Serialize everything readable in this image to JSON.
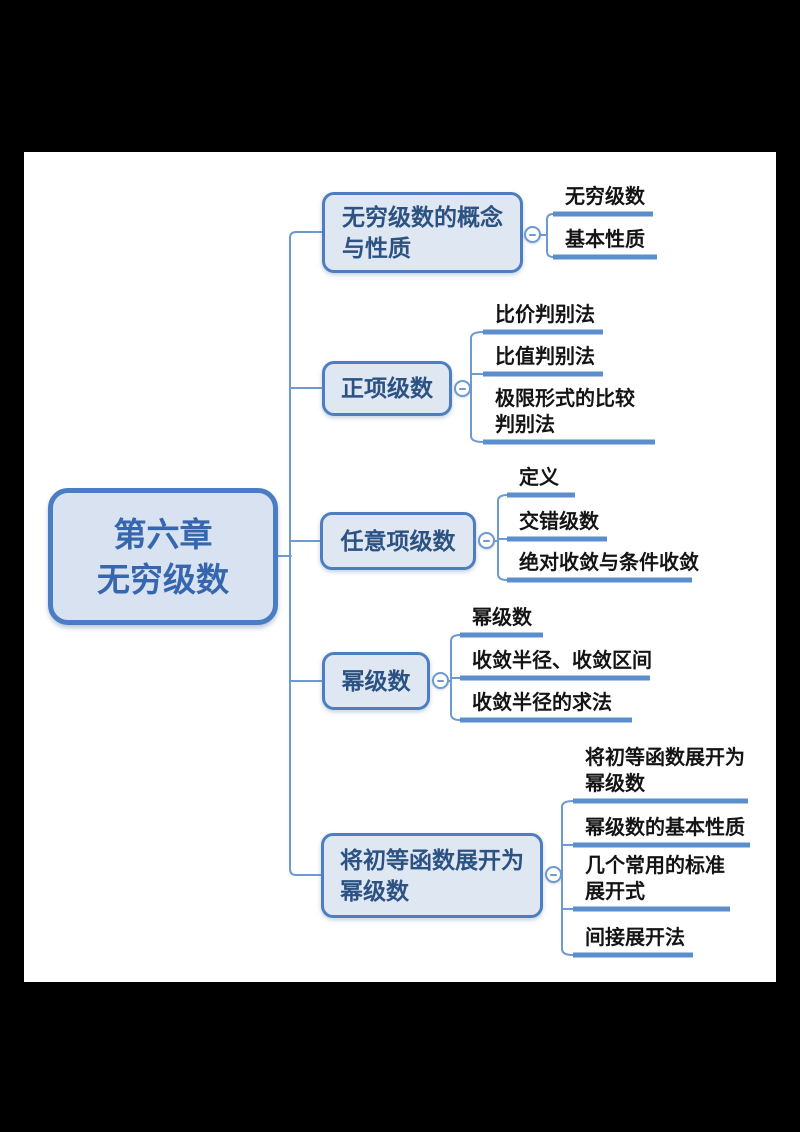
{
  "root": {
    "label_lines": [
      "第六章",
      "无穷级数"
    ]
  },
  "branches": [
    {
      "label_lines": [
        "无穷级数的概念",
        "与性质"
      ],
      "children": [
        {
          "lines": [
            "无穷级数"
          ]
        },
        {
          "lines": [
            "基本性质"
          ]
        }
      ]
    },
    {
      "label_lines": [
        "正项级数"
      ],
      "children": [
        {
          "lines": [
            "比价判别法"
          ]
        },
        {
          "lines": [
            "比值判别法"
          ]
        },
        {
          "lines": [
            "极限形式的比较",
            "判别法"
          ]
        }
      ]
    },
    {
      "label_lines": [
        "任意项级数"
      ],
      "children": [
        {
          "lines": [
            "定义"
          ]
        },
        {
          "lines": [
            "交错级数"
          ]
        },
        {
          "lines": [
            "绝对收敛与条件收敛"
          ]
        }
      ]
    },
    {
      "label_lines": [
        "幂级数"
      ],
      "children": [
        {
          "lines": [
            "幂级数"
          ]
        },
        {
          "lines": [
            "收敛半径、收敛区间"
          ]
        },
        {
          "lines": [
            "收敛半径的求法"
          ]
        }
      ]
    },
    {
      "label_lines": [
        "将初等函数展开为",
        "幂级数"
      ],
      "children": [
        {
          "lines": [
            "将初等函数展开为",
            "幂级数"
          ]
        },
        {
          "lines": [
            "幂级数的基本性质"
          ]
        },
        {
          "lines": [
            "几个常用的标准",
            "展开式"
          ]
        },
        {
          "lines": [
            "间接展开法"
          ]
        }
      ]
    }
  ],
  "colors": {
    "page_bg": "#000000",
    "canvas_bg": "#ffffff",
    "connector": "#6e9ad1",
    "underline": "#5b8ecd",
    "node_fill": "#dfe7f3",
    "node_border": "#4d7ec0",
    "node_text": "#2b5282",
    "root_fill": "#d8e2f1",
    "root_border": "#4a7dc4",
    "root_text": "#3566ae",
    "leaf_text": "#141414"
  }
}
